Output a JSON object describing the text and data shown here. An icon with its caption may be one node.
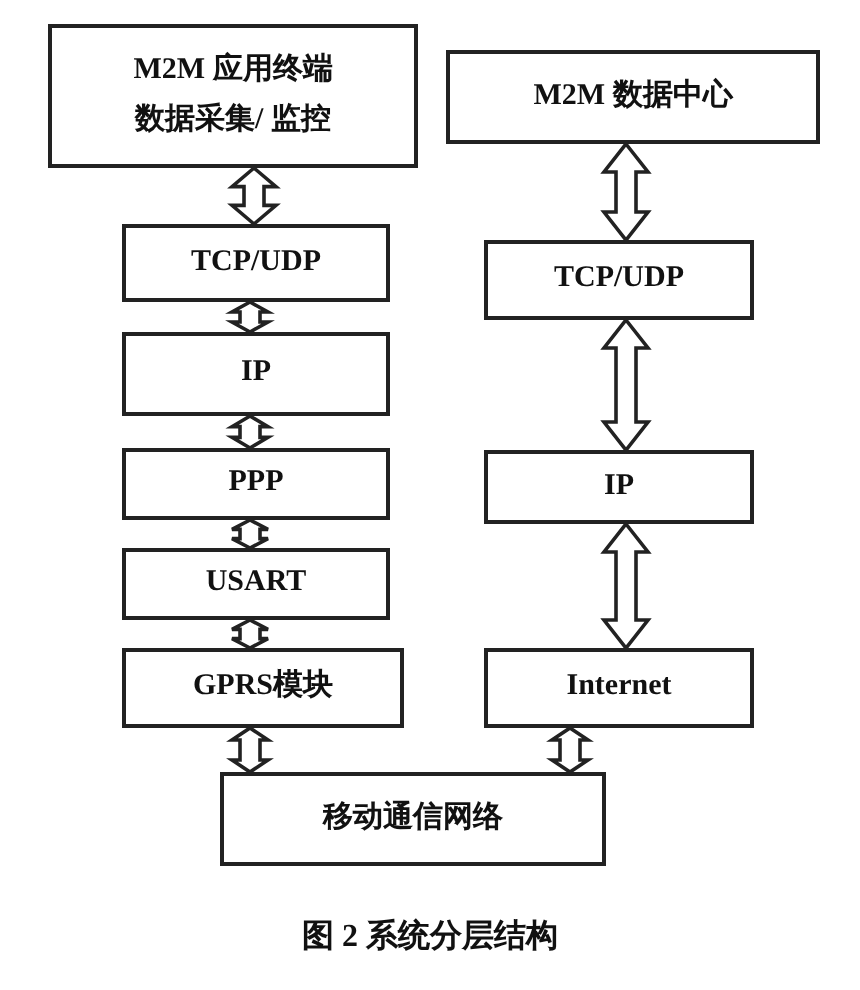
{
  "diagram": {
    "caption": "图 2 系统分层结构",
    "nodes": [
      {
        "text": [
          "M2M 应用终端",
          "数据采集/ 监控"
        ]
      },
      {
        "text": [
          "TCP/UDP"
        ]
      },
      {
        "text": [
          "IP"
        ]
      },
      {
        "text": [
          "PPP"
        ]
      },
      {
        "text": [
          "USART"
        ]
      },
      {
        "text": [
          "GPRS模块"
        ]
      },
      {
        "text": [
          "M2M 数据中心"
        ]
      },
      {
        "text": [
          "TCP/UDP"
        ]
      },
      {
        "text": [
          "IP"
        ]
      },
      {
        "text": [
          "Internet"
        ]
      },
      {
        "text": [
          "移动通信网络"
        ]
      }
    ],
    "edges": [
      {
        "from": 0,
        "to": 1,
        "arrow": "both"
      },
      {
        "from": 1,
        "to": 2,
        "arrow": "both"
      },
      {
        "from": 2,
        "to": 3,
        "arrow": "both"
      },
      {
        "from": 3,
        "to": 4,
        "arrow": "both"
      },
      {
        "from": 4,
        "to": 5,
        "arrow": "both"
      },
      {
        "from": 6,
        "to": 7,
        "arrow": "both"
      },
      {
        "from": 7,
        "to": 8,
        "arrow": "both"
      },
      {
        "from": 8,
        "to": 9,
        "arrow": "both"
      },
      {
        "from": 5,
        "to": 10,
        "arrow": "both"
      },
      {
        "from": 9,
        "to": 10,
        "arrow": "both"
      }
    ]
  }
}
